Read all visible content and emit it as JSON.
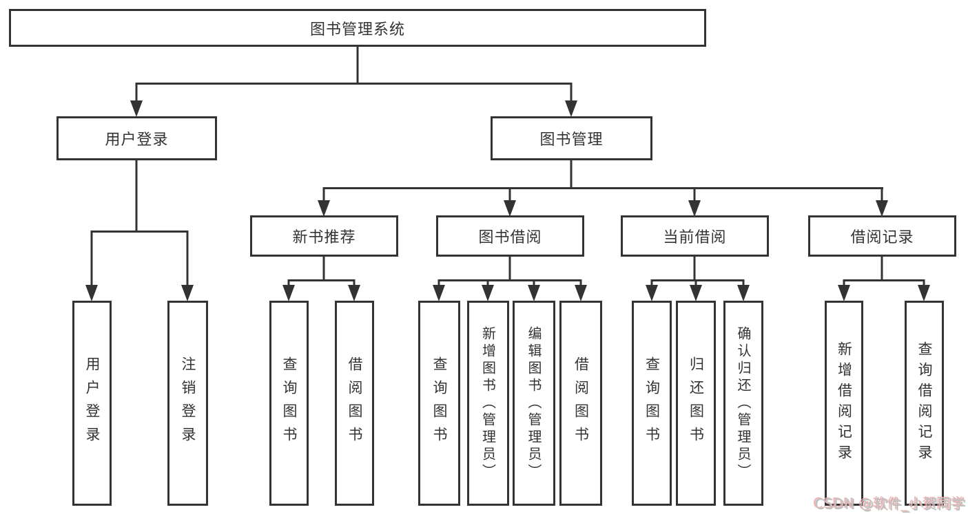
{
  "diagram": {
    "type": "hierarchy-tree",
    "root": "图书管理系统",
    "level2": [
      {
        "label": "用户登录",
        "children": [
          "用户登录",
          "注销登录"
        ]
      },
      {
        "label": "图书管理",
        "children": [
          {
            "label": "新书推荐",
            "children": [
              "查询图书",
              "借阅图书"
            ]
          },
          {
            "label": "图书借阅",
            "children": [
              "查询图书",
              "新增图书（管理员）",
              "编辑图书（管理员）",
              "借阅图书"
            ]
          },
          {
            "label": "当前借阅",
            "children": [
              "查询图书",
              "归还图书",
              "确认归还（管理员）"
            ]
          },
          {
            "label": "借阅记录",
            "children": [
              "新增借阅记录",
              "查询借阅记录"
            ]
          }
        ]
      }
    ]
  },
  "watermark": {
    "text": "CSDN @软件_小贺同学"
  },
  "colors": {
    "line": "#333333",
    "text": "#333333",
    "background": "#ffffff",
    "watermark_gray": "#c6c6c6",
    "watermark_pink": "#f6a0a0"
  }
}
